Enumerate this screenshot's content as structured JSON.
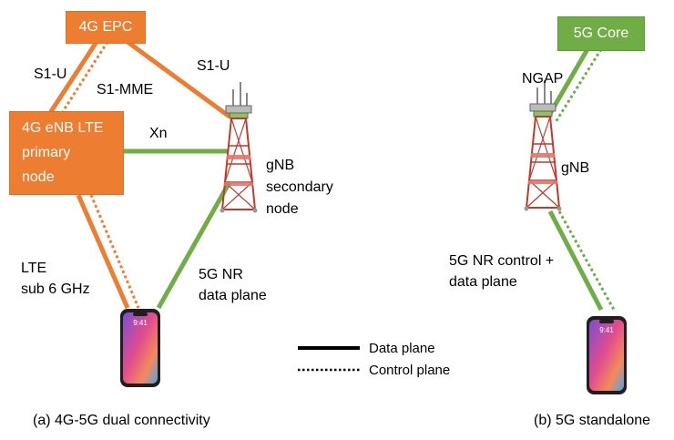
{
  "colors": {
    "lte": "#ed7d31",
    "nr": "#70ad47",
    "lte_box": "#ed7d31",
    "core_box": "#70ad47",
    "tower": "#c0392b",
    "phone_frame": "#1f1f1f"
  },
  "left": {
    "epc_label": "4G EPC",
    "enb_label": "4G eNB LTE\nprimary\nnode",
    "s1u_left": "S1-U",
    "s1mme": "S1-MME",
    "s1u_right": "S1-U",
    "xn": "Xn",
    "gnb_label": "gNB\nsecondary\nnode",
    "lte_label": "LTE\nsub 6 GHz",
    "nr_label": "5G NR\ndata plane",
    "phone_time": "9:41",
    "caption": "(a)  4G-5G dual connectivity"
  },
  "right": {
    "core_label": "5G Core",
    "ngap": "NGAP",
    "gnb_label": "gNB",
    "nr_label": "5G NR control +\ndata plane",
    "phone_time": "9:41",
    "caption": "(b) 5G standalone"
  },
  "legend": {
    "data_plane": "Data plane",
    "control_plane": "Control plane"
  },
  "icons": [
    "cell-tower-icon",
    "smartphone-icon"
  ]
}
